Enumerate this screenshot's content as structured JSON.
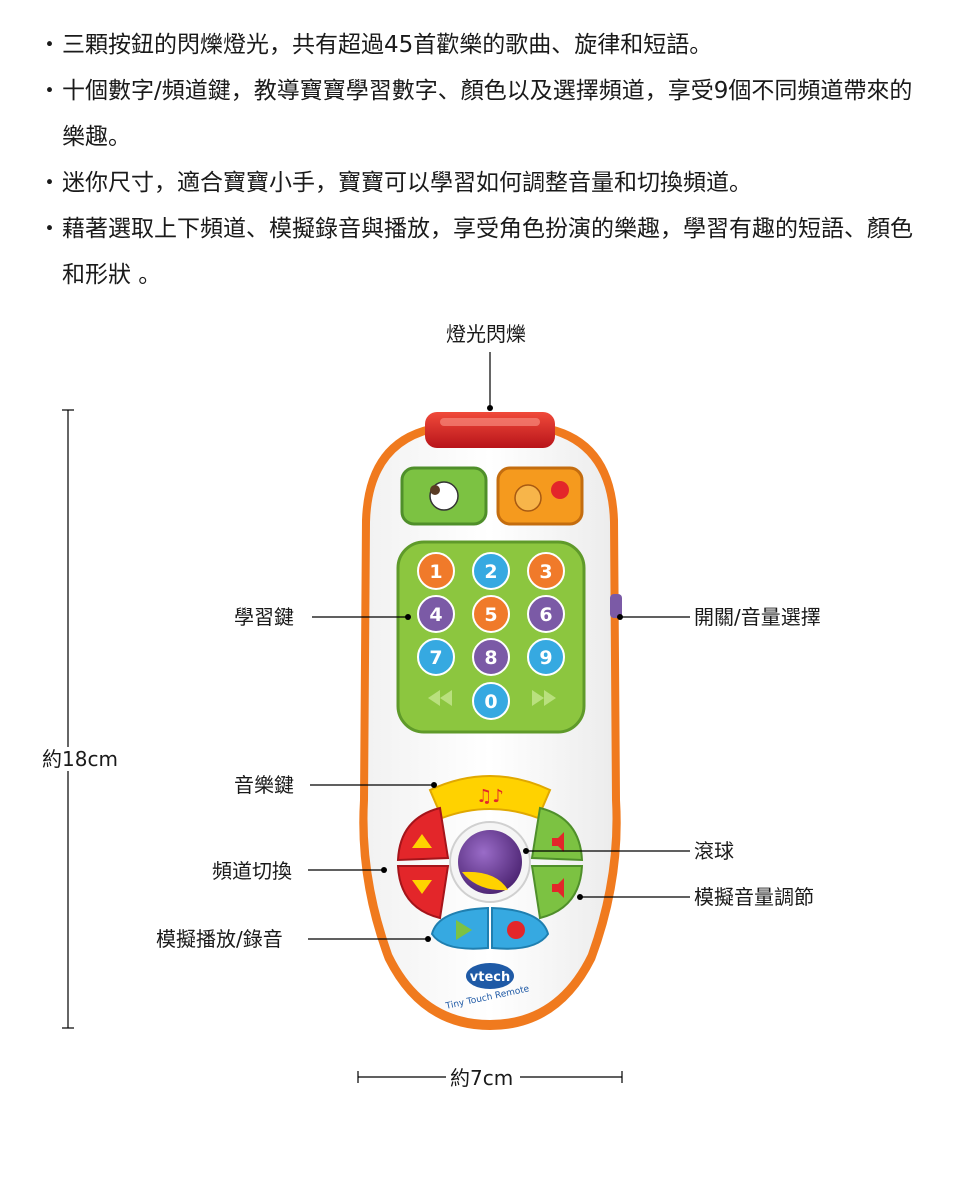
{
  "features": [
    "三顆按鈕的閃爍燈光，共有超過45首歡樂的歌曲、旋律和短語。",
    "十個數字/頻道鍵，教導寶寶學習數字、顏色以及選擇頻道，享受9個不同頻道帶來的樂趣。",
    "迷你尺寸，適合寶寶小手，寶寶可以學習如何調整音量和切換頻道。",
    "藉著選取上下頻道、模擬錄音與播放，享受角色扮演的樂趣，學習有趣的短語、顏色和形狀 。"
  ],
  "bullet": "・",
  "callouts": {
    "light": "燈光閃爍",
    "learning_keys": "學習鍵",
    "power_volume": "開關/音量選擇",
    "music_key": "音樂鍵",
    "roller_ball": "滾球",
    "channel_switch": "頻道切換",
    "volume_adjust": "模擬音量調節",
    "play_record": "模擬播放/錄音"
  },
  "dimensions": {
    "height": "約18cm",
    "width": "約7cm"
  },
  "remote": {
    "brand": "vtech",
    "model": "Tiny Touch Remote",
    "number_keys": [
      {
        "label": "1",
        "color": "#f07a2a"
      },
      {
        "label": "2",
        "color": "#36a9e1"
      },
      {
        "label": "3",
        "color": "#f07a2a"
      },
      {
        "label": "4",
        "color": "#7b5aa6"
      },
      {
        "label": "5",
        "color": "#f07a2a"
      },
      {
        "label": "6",
        "color": "#7b5aa6"
      },
      {
        "label": "7",
        "color": "#36a9e1"
      },
      {
        "label": "8",
        "color": "#7b5aa6"
      },
      {
        "label": "9",
        "color": "#36a9e1"
      },
      {
        "label": "0",
        "color": "#36a9e1"
      }
    ]
  },
  "colors": {
    "body_outline": "#f07a1e",
    "top_light": "#d8201f",
    "keypad": "#8cc63f",
    "music_key": "#ffd200",
    "channel_keys": "#e3262a",
    "volume_keys": "#7cc242",
    "play_keys": "#36a9e1",
    "ball": "#6a3b96"
  }
}
